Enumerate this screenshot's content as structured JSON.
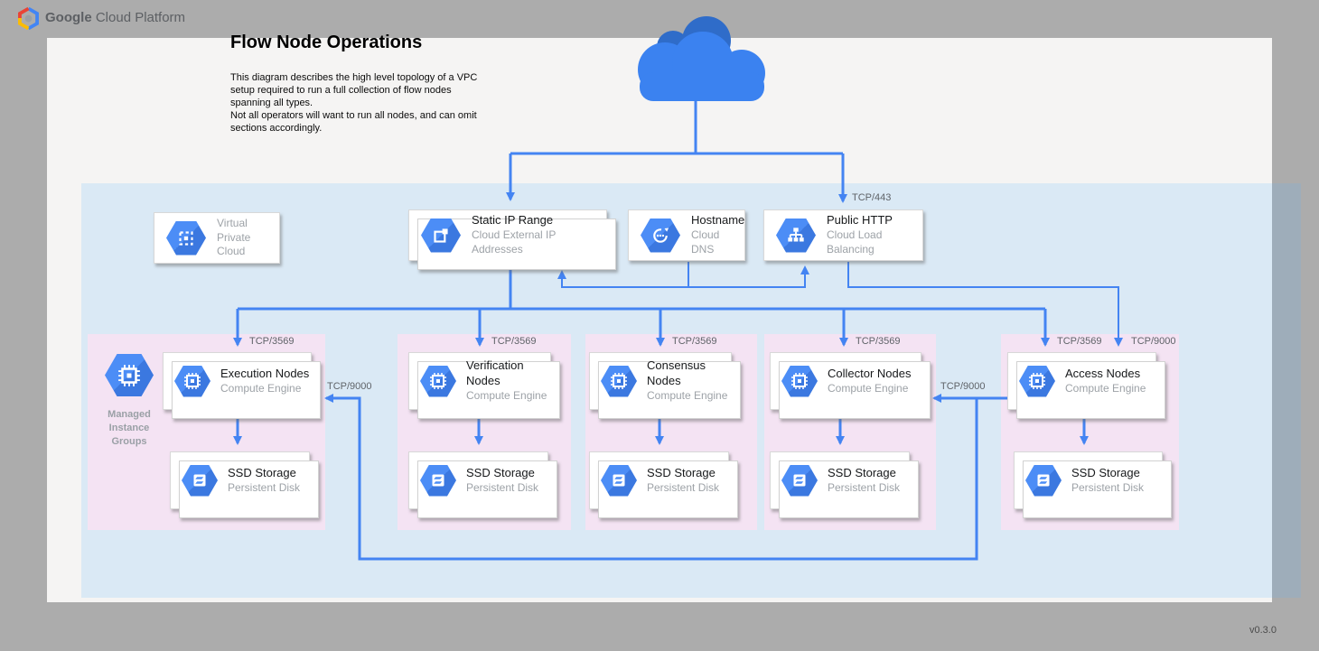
{
  "header": {
    "brand_bold": "Google",
    "brand_rest": "Cloud Platform"
  },
  "title": "Flow Node Operations",
  "description": {
    "p1": "This diagram describes the high level topology of a VPC setup required to run a full collection of flow nodes spanning all types.",
    "p2": "Not all operators will want to run all nodes, and can omit sections accordingly."
  },
  "vpc_card": {
    "line1": "Virtual",
    "line2": "Private Cloud"
  },
  "services": {
    "static_ip": {
      "title": "Static IP Range",
      "subtitle": "Cloud External IP Addresses"
    },
    "hostname": {
      "title": "Hostname",
      "subtitle": "Cloud DNS"
    },
    "public_http": {
      "title": "Public HTTP",
      "subtitle": "Cloud Load Balancing"
    }
  },
  "mig": {
    "line1": "Managed",
    "line2": "Instance",
    "line3": "Groups"
  },
  "groups": [
    {
      "name": "Execution Nodes",
      "platform": "Compute Engine",
      "storage": "SSD Storage",
      "storage_platform": "Persistent Disk"
    },
    {
      "name": "Verification Nodes",
      "platform": "Compute Engine",
      "storage": "SSD Storage",
      "storage_platform": "Persistent Disk"
    },
    {
      "name": "Consensus Nodes",
      "platform": "Compute Engine",
      "storage": "SSD Storage",
      "storage_platform": "Persistent Disk"
    },
    {
      "name": "Collector Nodes",
      "platform": "Compute Engine",
      "storage": "SSD Storage",
      "storage_platform": "Persistent Disk"
    },
    {
      "name": "Access Nodes",
      "platform": "Compute Engine",
      "storage": "SSD Storage",
      "storage_platform": "Persistent Disk"
    }
  ],
  "ports": {
    "https": "TCP/443",
    "flow": "TCP/3569",
    "access": "TCP/9000"
  },
  "version": "v0.3.0",
  "colors": {
    "line_blue": "#4484f2",
    "cloud_front": "#3b82f0",
    "cloud_back": "#2f6cc9",
    "region_blue": "#dbedfb",
    "panel_pink": "#f4e3f3",
    "icon_blue": "#4c8df6"
  }
}
